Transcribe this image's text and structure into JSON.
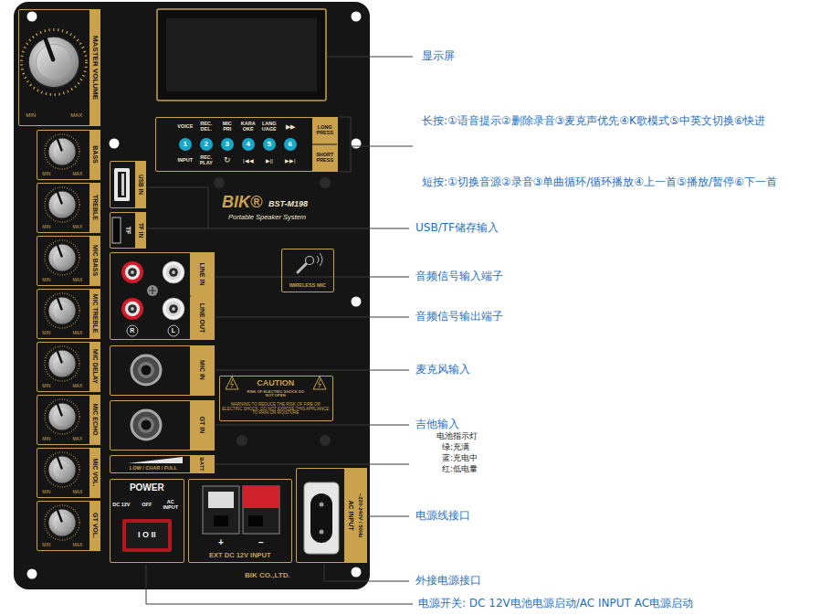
{
  "diagram": {
    "nodes": [
      {
        "text": [
          "MASTER VOLUME",
          "MIN",
          "MAX"
        ]
      },
      {
        "text": [
          "BASS",
          "MIN",
          "MAX"
        ]
      },
      {
        "text": [
          "TREBLE",
          "MIN",
          "MAX"
        ]
      },
      {
        "text": [
          "MIC BASS",
          "MIN",
          "MAX"
        ]
      },
      {
        "text": [
          "MIC TREBLE",
          "MIN",
          "MAX"
        ]
      },
      {
        "text": [
          "MIC DELAY",
          "MIN",
          "MAX"
        ]
      },
      {
        "text": [
          "MIC ECHO",
          "MIN",
          "MAX"
        ]
      },
      {
        "text": [
          "MIC VOL.",
          "MIN",
          "MAX"
        ]
      },
      {
        "text": [
          "GT VOL.",
          "MIN",
          "MAX"
        ]
      },
      {
        "text": [
          "VOICE",
          "REC. DEL.",
          "MIC PRI",
          "KARA OKE",
          "LANG UAGE",
          "▶▶",
          "INPUT",
          "REC. PLAY",
          "↻",
          "|◀◀",
          "▶||",
          "▶▶|",
          "LONG PRESS",
          "SHORT PRESS"
        ]
      },
      {
        "text": [
          "1"
        ],
        "in": 9
      },
      {
        "text": [
          "2"
        ],
        "in": 9
      },
      {
        "text": [
          "3"
        ],
        "in": 9
      },
      {
        "text": [
          "4"
        ],
        "in": 9
      },
      {
        "text": [
          "5"
        ],
        "in": 9
      },
      {
        "text": [
          "6"
        ],
        "in": 9
      },
      {
        "text": [
          "USB IN"
        ]
      },
      {
        "text": [
          "TF",
          "TF IN"
        ]
      },
      {
        "text": [
          "R",
          "L"
        ]
      },
      {
        "text": [
          "LINE IN"
        ],
        "in": 18
      },
      {
        "text": [
          "LINE OUT"
        ],
        "in": 18
      },
      {
        "text": [
          "MIC IN"
        ]
      },
      {
        "text": [
          "GT IN"
        ]
      },
      {
        "text": [
          "LOW / CHAR / FULL",
          "BATT"
        ]
      },
      {
        "text": [
          "POWER",
          "DC 12V",
          "OFF",
          "AC INPUT",
          "I O II"
        ]
      },
      {
        "text": [
          "+",
          "−",
          "EXT DC 12V INPUT"
        ]
      },
      {
        "text": [
          "AC INPUT",
          "~220-240V / 50Hz"
        ]
      },
      {
        "text": [
          "WIRELESS MIC"
        ]
      },
      {
        "text": [
          "CAUTION",
          "RISK OF ELECTRIC SHOCK DO NOT OPEN",
          "WARNING TO REDUCE THE RISK OF FIRE OR ELECTRIC SHOCK. DO NOT EXPOSE THIS APPLIANCE TO RAIN OR MOISTURE"
        ]
      }
    ],
    "labels": [
      "BIK®",
      "BST-M198",
      "Portable Speaker System",
      "BIK CO.,LTD.",
      "显示屏",
      "长按:①语音提示②删除录音③麦克声优先④K歌模式⑤中英文切换⑥快进",
      "短按:①切换音源②录音③单曲循环/循环播放④上一首⑤播放/暂停⑥下一首",
      "USB/TF储存输入",
      "音频信号输入端子",
      "音频信号输出端子",
      "麦克风输入",
      "吉他输入",
      "电池指示灯",
      "绿:充满",
      "蓝:充电中",
      "红:低电量",
      "电源线接口",
      "外接电源接口",
      "电源开关: DC 12V电池电源启动/AC INPUT AC电源启动"
    ]
  }
}
